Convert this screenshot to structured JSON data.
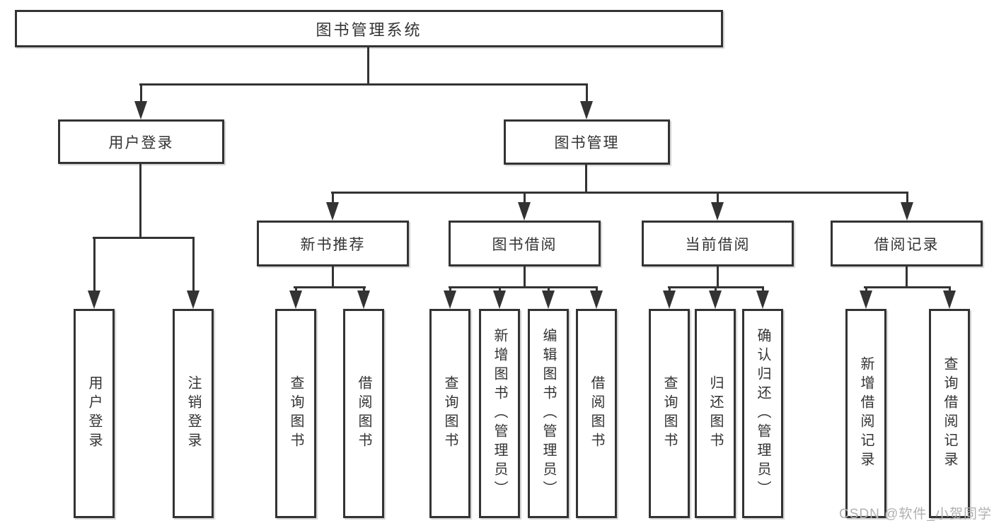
{
  "diagram": {
    "root": {
      "label": "图书管理系统"
    },
    "level2": [
      {
        "label": "用户登录"
      },
      {
        "label": "图书管理"
      }
    ],
    "level3": [
      {
        "label": "新书推荐"
      },
      {
        "label": "图书借阅"
      },
      {
        "label": "当前借阅"
      },
      {
        "label": "借阅记录"
      }
    ],
    "leaves": {
      "user_login": [
        {
          "label": "用户登录"
        },
        {
          "label": "注销登录"
        }
      ],
      "new_book_recommend": [
        {
          "label": "查询图书"
        },
        {
          "label": "借阅图书"
        }
      ],
      "book_borrow": [
        {
          "label": "查询图书"
        },
        {
          "label": "新增图书（管理员）"
        },
        {
          "label": "编辑图书（管理员）"
        },
        {
          "label": "借阅图书"
        }
      ],
      "current_borrow": [
        {
          "label": "查询图书"
        },
        {
          "label": "归还图书"
        },
        {
          "label": "确认归还（管理员）"
        }
      ],
      "borrow_records": [
        {
          "label": "新增借阅记录"
        },
        {
          "label": "查询借阅记录"
        }
      ]
    }
  },
  "watermark": {
    "text": "CSDN @软件_小贺同学"
  },
  "colors": {
    "line": "#333333",
    "text": "#333333",
    "background": "#ffffff",
    "watermark": "#b0b0b0"
  }
}
